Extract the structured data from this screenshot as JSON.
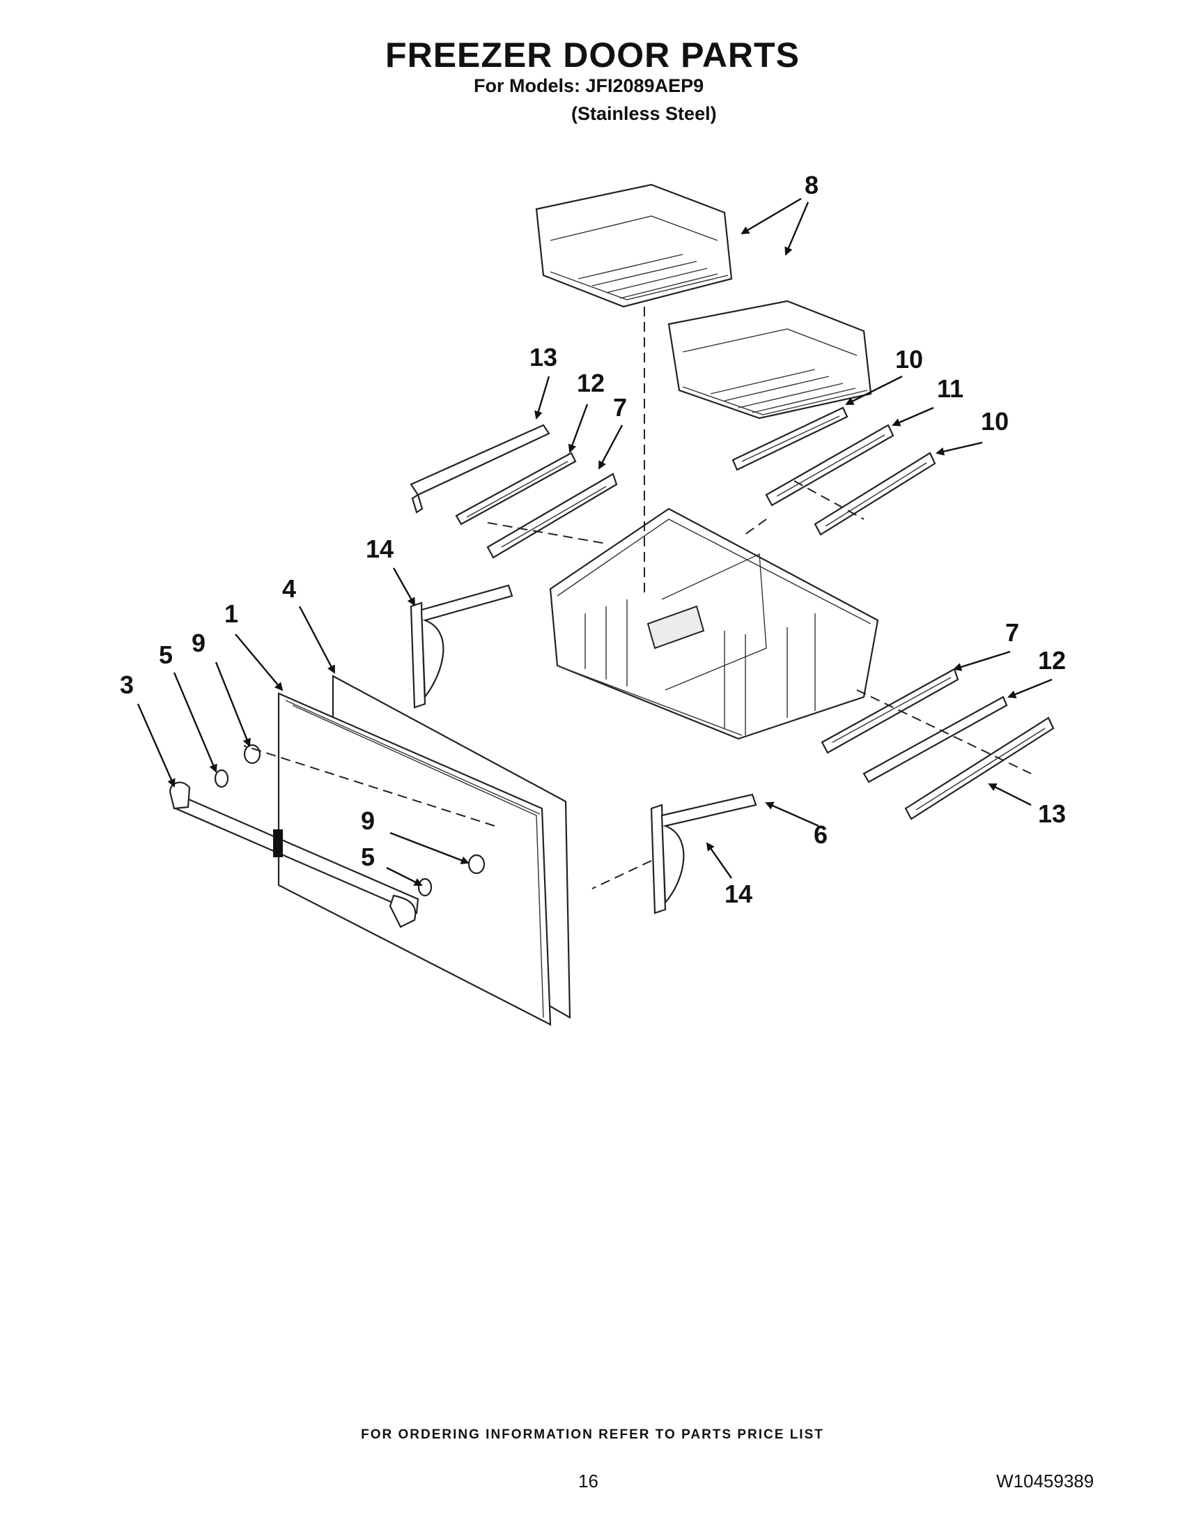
{
  "header": {
    "title": "FREEZER DOOR PARTS",
    "models_line": "For Models: JFI2089AEP9",
    "variant": "(Stainless Steel)"
  },
  "callouts": [
    "8",
    "13",
    "12",
    "7",
    "10",
    "11",
    "10",
    "14",
    "1",
    "4",
    "5",
    "9",
    "3",
    "7",
    "12",
    "9",
    "5",
    "6",
    "13",
    "14"
  ],
  "footer": {
    "note": "FOR ORDERING INFORMATION REFER TO PARTS PRICE LIST",
    "page_number": "16",
    "doc_number": "W10459389"
  }
}
